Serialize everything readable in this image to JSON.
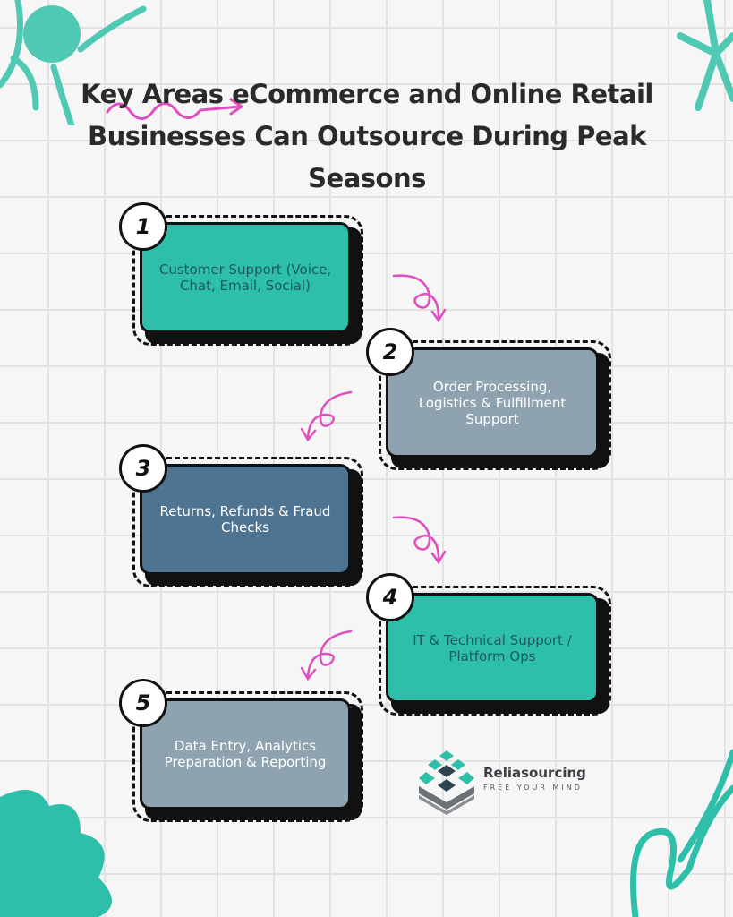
{
  "title": "Key Areas eCommerce and Online Retail Businesses Can Outsource During Peak Seasons",
  "steps": [
    {
      "number": "1",
      "label": "Customer Support (Voice, Chat, Email, Social)",
      "color": "#2ebfaa",
      "text_color": "#1d5a60"
    },
    {
      "number": "2",
      "label": "Order Processing, Logistics & Fulfillment Support",
      "color": "#8ea3af",
      "text_color": "#ffffff"
    },
    {
      "number": "3",
      "label": "Returns, Refunds & Fraud Checks",
      "color": "#4e7491",
      "text_color": "#ffffff"
    },
    {
      "number": "4",
      "label": "IT & Technical Support / Platform Ops",
      "color": "#2ebfaa",
      "text_color": "#1d5a60"
    },
    {
      "number": "5",
      "label": "Data Entry, Analytics Preparation & Reporting",
      "color": "#8ea3af",
      "text_color": "#ffffff"
    }
  ],
  "logo": {
    "name": "Reliasourcing",
    "tagline": "FREE YOUR MIND"
  },
  "colors": {
    "accent": "#2ebfaa",
    "arrow": "#e04fc0"
  }
}
